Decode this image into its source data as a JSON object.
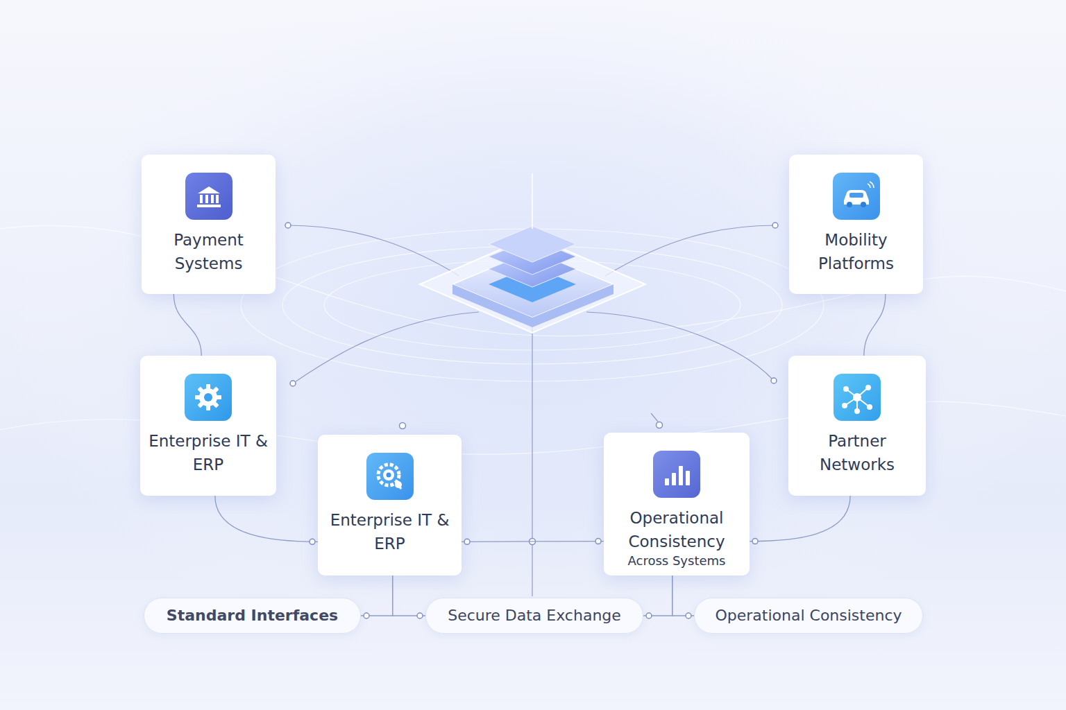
{
  "diagram": {
    "nodes": [
      {
        "text": [
          "Payment Systems"
        ]
      },
      {
        "text": [
          "Mobility Platforms"
        ]
      },
      {
        "text": [
          "Enterprise IT & ERP"
        ]
      },
      {
        "text": [
          "Partner Networks"
        ]
      },
      {
        "text": [
          "Enterprise IT & ERP"
        ]
      },
      {
        "text": [
          "Operational Consistency",
          "Across Systems"
        ]
      },
      {
        "text": [
          "Standard Interfaces"
        ]
      },
      {
        "text": [
          "Secure Data Exchange"
        ]
      },
      {
        "text": [
          "Operational Consistency"
        ]
      }
    ],
    "edges": [
      {
        "from": 0,
        "to": 2,
        "arrow": "none"
      },
      {
        "from": 1,
        "to": 3,
        "arrow": "none"
      },
      {
        "from": 2,
        "to": 4,
        "arrow": "none"
      },
      {
        "from": 3,
        "to": 5,
        "arrow": "none"
      },
      {
        "from": 4,
        "to": 5,
        "arrow": "none"
      },
      {
        "from": 4,
        "to": 6,
        "arrow": "none"
      },
      {
        "from": 4,
        "to": 7,
        "arrow": "none"
      },
      {
        "from": 5,
        "to": 7,
        "arrow": "none"
      },
      {
        "from": 5,
        "to": 8,
        "arrow": "none"
      }
    ]
  }
}
